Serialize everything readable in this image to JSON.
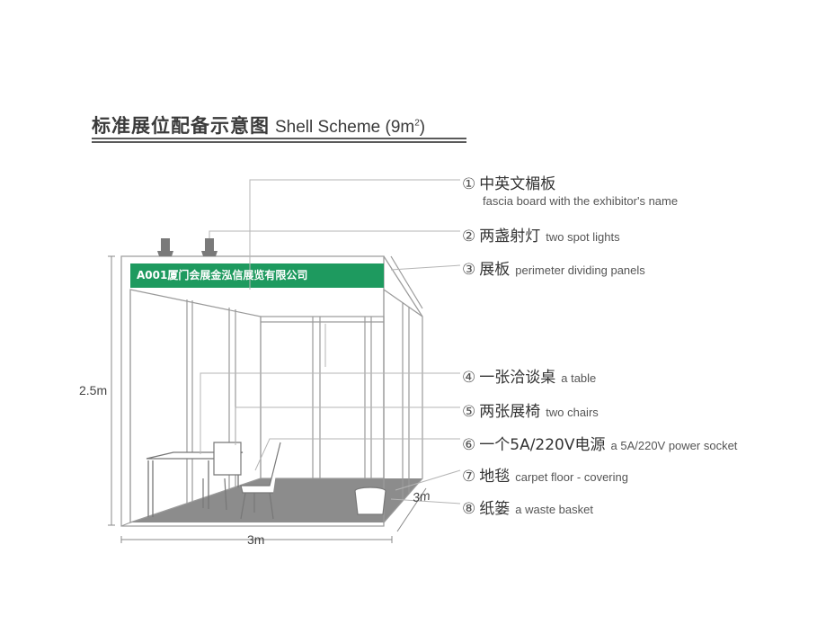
{
  "title": {
    "zh": "标准展位配备示意图",
    "en": "Shell Scheme (9m",
    "en_sup": "2",
    "en_close": ")"
  },
  "fascia_text": "A001厦门会展金泓信展览有限公司",
  "dimensions": {
    "height": "2.5m",
    "width": "3m",
    "depth": "3m"
  },
  "legend": [
    {
      "num": "①",
      "zh": "中英文楣板",
      "en": "fascia board with the exhibitor's name"
    },
    {
      "num": "②",
      "zh": "两盏射灯",
      "en": "two spot lights"
    },
    {
      "num": "③",
      "zh": "展板",
      "en": "perimeter dividing panels"
    },
    {
      "num": "④",
      "zh": "一张洽谈桌",
      "en": "a table"
    },
    {
      "num": "⑤",
      "zh": "两张展椅",
      "en": "two chairs"
    },
    {
      "num": "⑥",
      "zh": "一个5A/220V电源",
      "en": "a 5A/220V power socket"
    },
    {
      "num": "⑦",
      "zh": "地毯",
      "en": "carpet floor - covering"
    },
    {
      "num": "⑧",
      "zh": "纸篓",
      "en": "a waste basket"
    }
  ],
  "colors": {
    "fascia": "#1e9a5f",
    "floor": "#8c8c8c",
    "frame": "#9a9a9a",
    "leader": "#b5b5b5"
  }
}
